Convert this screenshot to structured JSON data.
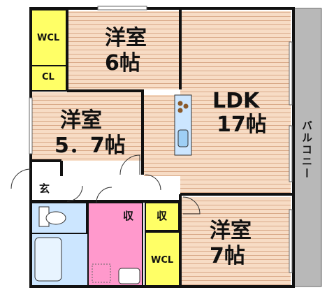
{
  "rooms": {
    "western_1": {
      "name": "洋室",
      "size": "6帖"
    },
    "western_2": {
      "name": "洋室",
      "size": "5．7帖"
    },
    "western_3": {
      "name": "洋室",
      "size": "7帖"
    },
    "ldk": {
      "name": "LDK",
      "size": "17帖"
    },
    "wcl_1": "WCL",
    "wcl_2": "WCL",
    "cl": "CL",
    "storage_1": "収",
    "storage_2": "収",
    "entrance": "玄",
    "balcony": "バルコニー"
  },
  "colors": {
    "room_floor": "#f7dcc5",
    "floor_line": "#d9a988",
    "closet": "#ffff66",
    "wet_area": "#cce6ff",
    "washroom": "#ff99cc",
    "balcony": "#b8b8b8",
    "wall": "#111111"
  }
}
